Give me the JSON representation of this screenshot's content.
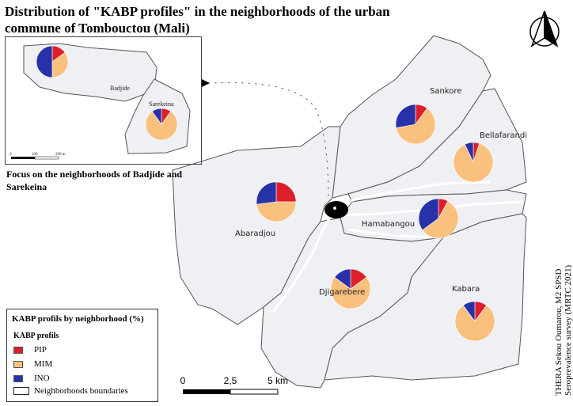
{
  "title": "Distribution of \"KABP profiles\" in the neighborhoods of the urban commune of Tombouctou (Mali)",
  "colors": {
    "pip": "#dc1f2b",
    "mim": "#f9c07e",
    "ino": "#2732a8",
    "boundary": "#555555",
    "fill": "#eef0f3",
    "river": "#ffffff"
  },
  "inset": {
    "focus_caption": "Focus on the neighborhoods of Badjide and Sarekeina",
    "labels": {
      "badjide": "Badjide",
      "sarekeina": "Sarekeina"
    },
    "scale_ticks": [
      "0",
      "100",
      "200 m"
    ]
  },
  "neighborhoods": [
    {
      "name": "Sankore",
      "pie": {
        "PIP": 10,
        "MIM": 62,
        "INO": 28
      }
    },
    {
      "name": "Bellafarandi",
      "pie": {
        "PIP": 5,
        "MIM": 88,
        "INO": 7
      }
    },
    {
      "name": "Abaradjou",
      "pie": {
        "PIP": 25,
        "MIM": 48,
        "INO": 27
      }
    },
    {
      "name": "Hamabangou",
      "pie": {
        "PIP": 8,
        "MIM": 57,
        "INO": 35
      }
    },
    {
      "name": "Djigarebere",
      "pie": {
        "PIP": 15,
        "MIM": 70,
        "INO": 15
      }
    },
    {
      "name": "Kabara",
      "pie": {
        "PIP": 10,
        "MIM": 80,
        "INO": 10
      }
    },
    {
      "name": "Badjide",
      "pie": {
        "PIP": 15,
        "MIM": 35,
        "INO": 50
      }
    },
    {
      "name": "Sarekeina",
      "pie": {
        "PIP": 10,
        "MIM": 80,
        "INO": 10
      }
    }
  ],
  "legend": {
    "title": "KABP profils by neighborhood (%)",
    "subtitle": "KABP profils",
    "items": [
      "PIP",
      "MIM",
      "INO"
    ],
    "boundary_label": "Neighborhoods boundaries"
  },
  "scalebar": {
    "ticks": [
      "0",
      "2,5",
      "5 km"
    ]
  },
  "credits": {
    "line1": "THERA Sekou Oumarou, M2 SPSD",
    "line2": "Seroprevalence survey (MRTC 2021)"
  }
}
